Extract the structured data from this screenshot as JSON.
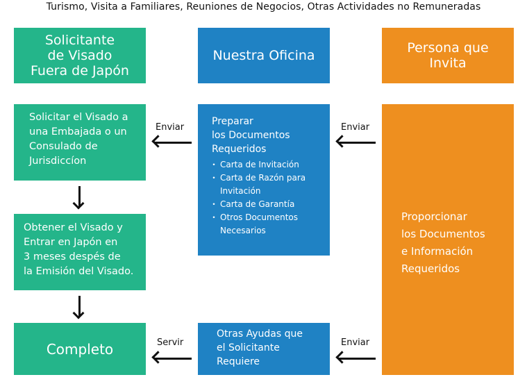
{
  "title": "Turismo, Visita a Familiares, Reuniones de Negocios, Otras Actividades no Remuneradas",
  "headers": {
    "applicant": "Solicitante\nde Visado\nFuera de Japón",
    "office": "Nuestra Oficina",
    "inviter": "Persona que\nInvita"
  },
  "applicant_steps": {
    "apply": "Solicitar el Visado a\nuna Embajada o un\nConsulado de\nJurisdiccíon",
    "obtain": "Obtener el Visado y\nEntrar en Japón en\n3 meses despés de\nla Emisión del Visado.",
    "complete": "Completo"
  },
  "office_steps": {
    "prepare_title": "Preparar\nlos Documentos\nRequeridos",
    "documents": [
      "Carta de Invitación",
      "Carta de Razón para\nInvitación",
      "Carta de Garantía",
      "Otros Documentos\nNecesarios"
    ],
    "other_help": "Otras Ayudas que\nel Solicitante\nRequiere"
  },
  "inviter_step": "Proporcionar\nlos Documentos\ne Información\nRequeridos",
  "arrow_labels": {
    "send_top_left": "Enviar",
    "send_top_right": "Enviar",
    "serve": "Servir",
    "send_bottom_right": "Enviar"
  },
  "colors": {
    "green": "#24b58a",
    "blue": "#1f82c4",
    "orange": "#ee8f1f"
  }
}
